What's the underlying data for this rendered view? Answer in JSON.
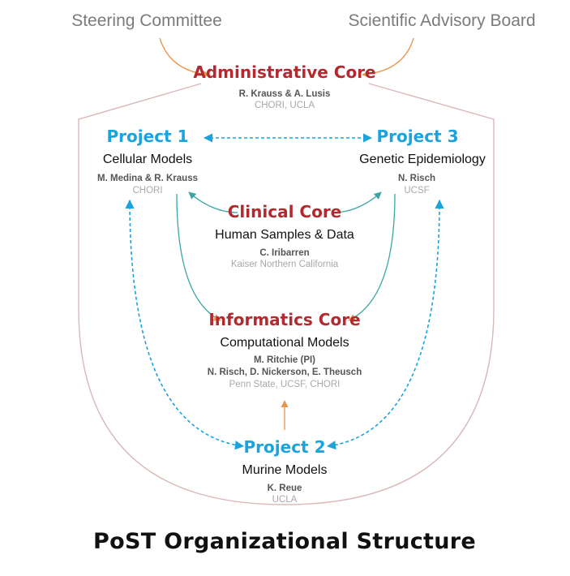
{
  "top": {
    "left_title": "Steering Committee",
    "right_title": "Scientific Advisory Board"
  },
  "admin_core": {
    "title": "Administrative Core",
    "people": "R. Krauss & A. Lusis",
    "institutions": "CHORI, UCLA"
  },
  "project1": {
    "title": "Project 1",
    "subtitle": "Cellular Models",
    "people": "M. Medina & R. Krauss",
    "institutions": "CHORI"
  },
  "project3": {
    "title": "Project 3",
    "subtitle": "Genetic Epidemiology",
    "people": "N. Risch",
    "institutions": "UCSF"
  },
  "clinical_core": {
    "title": "Clinical Core",
    "subtitle": "Human Samples & Data",
    "people": "C. Iribarren",
    "institutions": "Kaiser Northern California"
  },
  "informatics_core": {
    "title": "Informatics Core",
    "subtitle": "Computational Models",
    "people_line1": "M. Ritchie (PI)",
    "people_line2": "N. Risch, D. Nickerson, E. Theusch",
    "institutions": "Penn State, UCSF, CHORI"
  },
  "project2": {
    "title": "Project 2",
    "subtitle": "Murine Models",
    "people": "K. Reue",
    "institutions": "UCLA"
  },
  "footer": {
    "title": "PoST Organizational Structure"
  },
  "colors": {
    "core_title": "#b22a2f",
    "project_title": "#1aa3dd",
    "orange_arrow": "#e8944a",
    "teal_line": "#3aa5a5",
    "boundary": "#d9b8b8"
  }
}
